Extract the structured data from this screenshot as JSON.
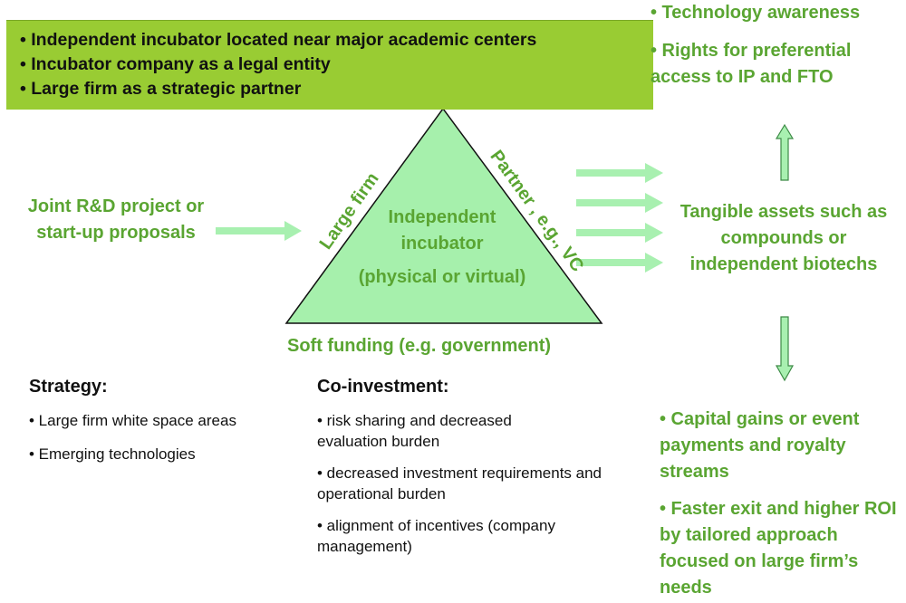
{
  "top_box": {
    "bullets": [
      "• Independent incubator located near major academic centers",
      "• Incubator company as a legal entity",
      "• Large firm as a strategic partner"
    ]
  },
  "top_right": {
    "items": [
      "• Technology awareness",
      "• Rights for preferential access to IP and FTO"
    ]
  },
  "left_input": "Joint R&D project or start-up proposals",
  "triangle": {
    "left_side": "Large firm",
    "right_side": "Partner , e.g., VC",
    "bottom": "Soft funding (e.g. government)",
    "center_title": "Independent incubator",
    "center_sub": "(physical or virtual)"
  },
  "right_middle": "Tangible assets such as compounds or independent biotechs",
  "bottom_right": {
    "items": [
      "• Capital gains or event payments and royalty streams",
      "• Faster exit and higher ROI by tailored approach focused on large firm’s needs"
    ]
  },
  "strategy": {
    "heading": "Strategy:",
    "items": [
      "• Large firm white space areas",
      "• Emerging technologies"
    ]
  },
  "coinvestment": {
    "heading": "Co-investment:",
    "items": [
      "• risk sharing and decreased evaluation burden",
      "• decreased investment requirements and operational burden",
      "• alignment of incentives (company management)"
    ]
  },
  "colors": {
    "accent_green": "#5aa532",
    "box_green": "#99cc33",
    "triangle_fill": "#a6f0ac",
    "arrow_green": "#a8f0b0"
  }
}
